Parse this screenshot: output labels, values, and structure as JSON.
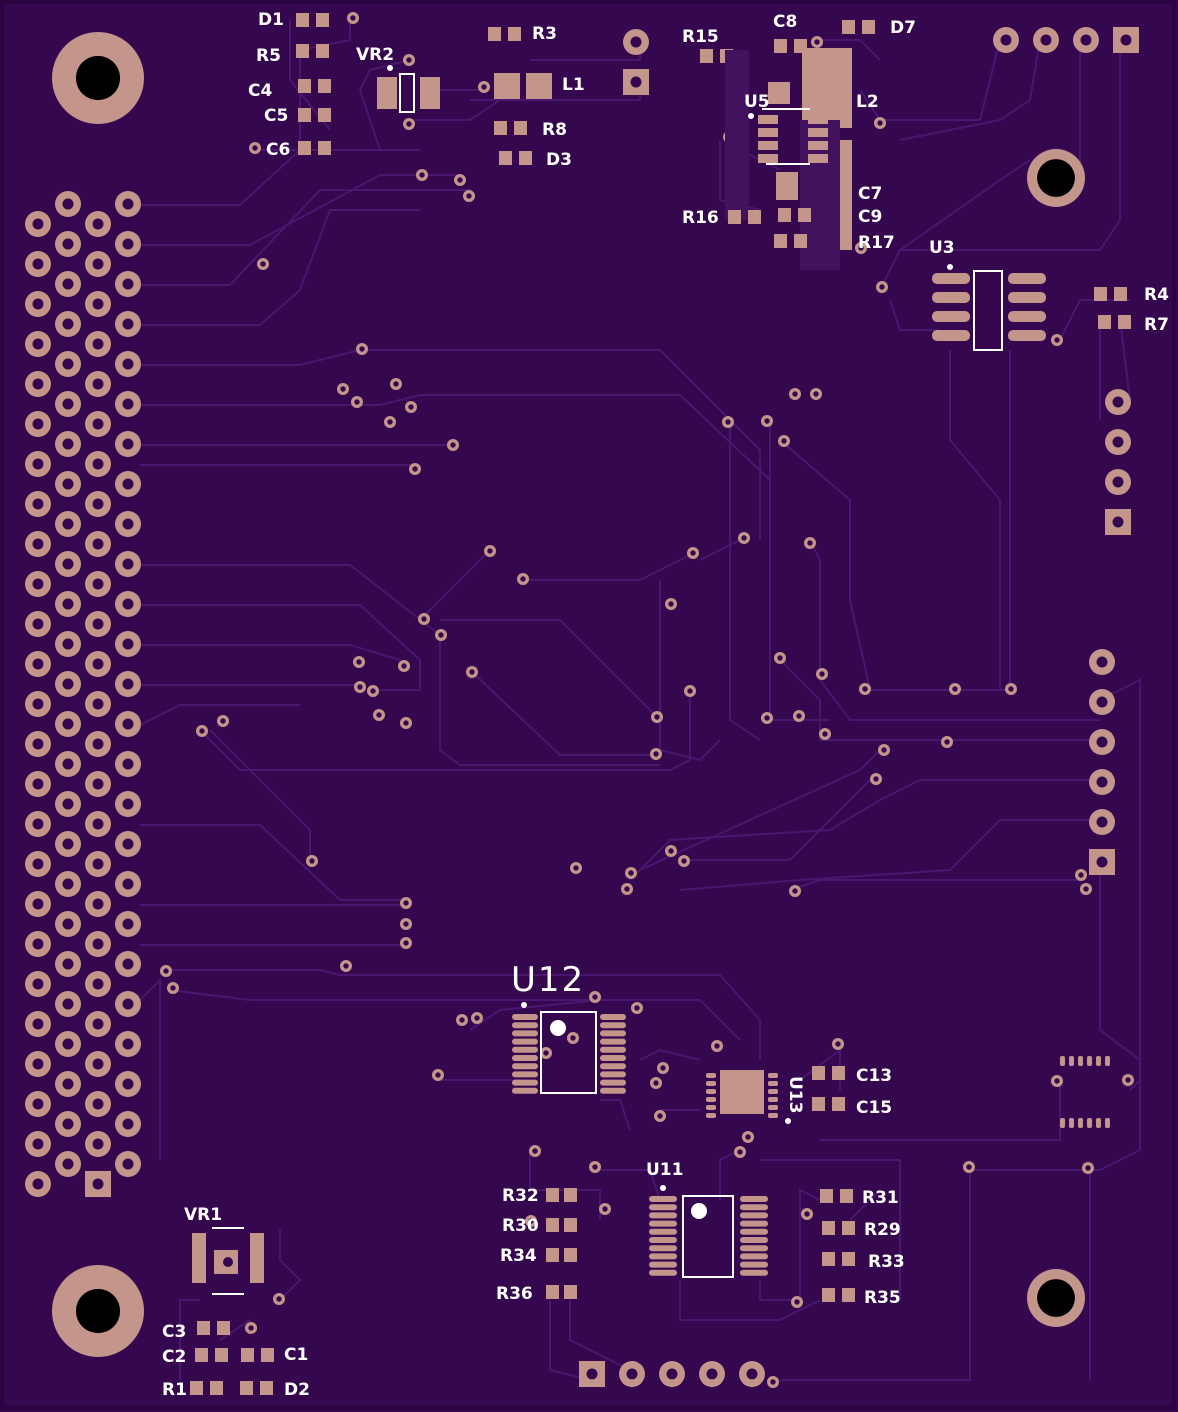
{
  "board": {
    "colors": {
      "background": "#35074f",
      "outline": "#2a0440",
      "trace": "#4a1670",
      "copper": "#c4958a",
      "drill": "#000000",
      "silkscreen": "#ffffff"
    }
  },
  "labels": {
    "D1": "D1",
    "R5": "R5",
    "C4": "C4",
    "C5": "C5",
    "C6": "C6",
    "VR2": "VR2",
    "R3": "R3",
    "L1": "L1",
    "R8": "R8",
    "D3": "D3",
    "R15": "R15",
    "C8": "C8",
    "D7": "D7",
    "U5": "U5",
    "L2": "L2",
    "C7": "C7",
    "R16": "R16",
    "C9": "C9",
    "R17": "R17",
    "U3": "U3",
    "R4": "R4",
    "R7": "R7",
    "U12": "U12",
    "U13": "U13",
    "C13": "C13",
    "C15": "C15",
    "U11": "U11",
    "R32": "R32",
    "R30": "R30",
    "R34": "R34",
    "R36": "R36",
    "R31": "R31",
    "R29": "R29",
    "R33": "R33",
    "R35": "R35",
    "VR1": "VR1",
    "C3": "C3",
    "C2": "C2",
    "C1": "C1",
    "R1": "R1",
    "D2": "D2"
  }
}
